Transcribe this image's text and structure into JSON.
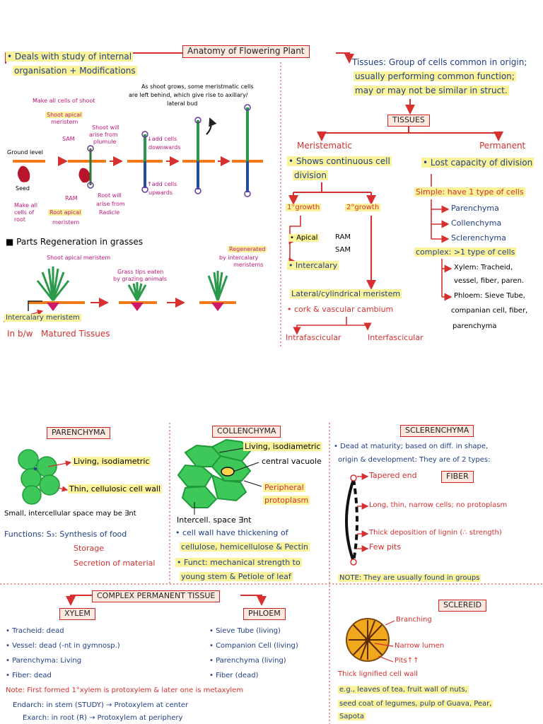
{
  "top": {
    "title": "Anatomy of Flowering Plant",
    "deals": "• Deals with study of internal",
    "deals2": "organisation + Modifications",
    "shoot_note1": "As shoot grows, some meristmatic cells",
    "shoot_note2": "are left behind, which give rise to axillary/",
    "shoot_note3": "lateral bud",
    "make_all_shoot": "Make all cells of shoot",
    "shoot_apical": "Shoot apical",
    "meristem": "meristem",
    "sam": "SAM",
    "shoot_will": "Shoot will",
    "arise_from": "arise from",
    "plumule": "plumule",
    "ground_level": "Ground level",
    "seed": "Seed",
    "ram": "RAM",
    "make_all_root1": "Make all",
    "make_all_root2": "cells of",
    "make_all_root3": "root",
    "root_apical": "Root apical",
    "root_meristem": "meristem",
    "root_will": "Root will",
    "root_arise": "arise from",
    "radicle": "Radicle",
    "add_down1": "↓add cells",
    "add_down2": "downwards",
    "add_up1": "↑add cells",
    "add_up2": "upwards",
    "regen_title": "■ Parts Regeneration in grasses",
    "shoot_apical_grass": "Shoot apical meristem",
    "grass_tips1": "Grass tips eaten",
    "grass_tips2": "by grazing animals",
    "regenerated1": "Regenerated",
    "regenerated2": "by intercalary",
    "regenerated3": "meristems",
    "intercalary_meristem": "Intercalary meristem",
    "inbw": "In b/w",
    "matured": "Matured Tissues"
  },
  "tissues": {
    "def1": "Tissues: Group of cells common in origin;",
    "def2": "usually performing common function;",
    "def3": "may or may not be similar in struct.",
    "box": "TISSUES",
    "meristematic": "Meristematic",
    "permanent": "Permanent",
    "shows1": "• Shows continuous cell",
    "shows2": "division",
    "lost": "• Lost capacity of division",
    "primary": "1°growth",
    "secondary": "2°growth",
    "apical": "• Apical",
    "ram": "RAM",
    "sam": "SAM",
    "intercalary": "• Intercalary",
    "lateral": "Lateral/cylindrical meristem",
    "cork": "• cork & vascular cambium",
    "intra": "Intrafascicular",
    "inter": "Interfascicular",
    "simple": "Simple: have 1 type of cells",
    "parenchyma": "Parenchyma",
    "collenchyma": "Collenchyma",
    "sclerenchyma": "Sclerenchyma",
    "complex": "complex: >1 type of cells",
    "xylem": "Xylem: Tracheid,",
    "xylem2": "vessel, fiber, paren.",
    "phloem": "Phloem: Sieve Tube,",
    "phloem2": "companian cell, fiber,",
    "phloem3": "parenchyma"
  },
  "parenchyma": {
    "title": "PARENCHYMA",
    "living": "Living, isodiametric",
    "thin": "Thin, cellulosic cell wall",
    "small": "Small, intercellular space may be ∃nt",
    "functions": "Functions: S₃: Synthesis of food",
    "storage": "Storage",
    "secretion": "Secretion of material"
  },
  "collenchyma": {
    "title": "COLLENCHYMA",
    "living": "Living, isodiametric",
    "central": "central vacuole",
    "peripheral1": "Peripheral",
    "peripheral2": "protoplasm",
    "intercell": "Intercell. space ∃nt",
    "wall1": "• cell wall have thickening of",
    "wall2": "cellulose, hemicellulose & Pectin",
    "funct1": "• Funct: mechanical strength to",
    "funct2": "young stem & Petiole of leaf"
  },
  "sclerenchyma": {
    "title": "SCLERENCHYMA",
    "dead1": "• Dead at maturity; based on diff. in shape,",
    "dead2": "origin & development: They are of 2 types:",
    "fiber": "FIBER",
    "tapered": "Tapered end",
    "long": "Long, thin, narrow cells; no protoplasm",
    "thick": "Thick deposition of lignin (∴ strength)",
    "few": "Few pits",
    "note": "NOTE: They are usually found in groups",
    "sclereid": "SCLEREID",
    "branching": "Branching",
    "narrow": "Narrow lumen",
    "pits": "Pits↑↑",
    "thick_wall": "Thick lignified cell wall",
    "eg1": "e.g., leaves of tea, fruit wall of nuts,",
    "eg2": "seed coat of legumes, pulp of Guava, Pear,",
    "eg3": "Sapota"
  },
  "complex": {
    "title": "COMPLEX PERMANENT TISSUE",
    "xylem": "XYLEM",
    "phloem": "PHLOEM",
    "x1": "• Tracheid: dead",
    "x2": "• Vessel: dead (-nt in gymnosp.)",
    "x3": "• Parenchyma: Living",
    "x4": "• Fiber: dead",
    "p1": "• Sieve Tube (living)",
    "p2": "• Companion Cell (living)",
    "p3": "• Parenchyma (living)",
    "p4": "• Fiber (dead)",
    "note": "Note: First formed 1°xylem is protoxylem & later one is metaxylem",
    "endarch": "Endarch: in stem (STUDY) → Protoxylem at center",
    "exarch": "Exarch: in root (R) → Protoxylem at periphery"
  }
}
